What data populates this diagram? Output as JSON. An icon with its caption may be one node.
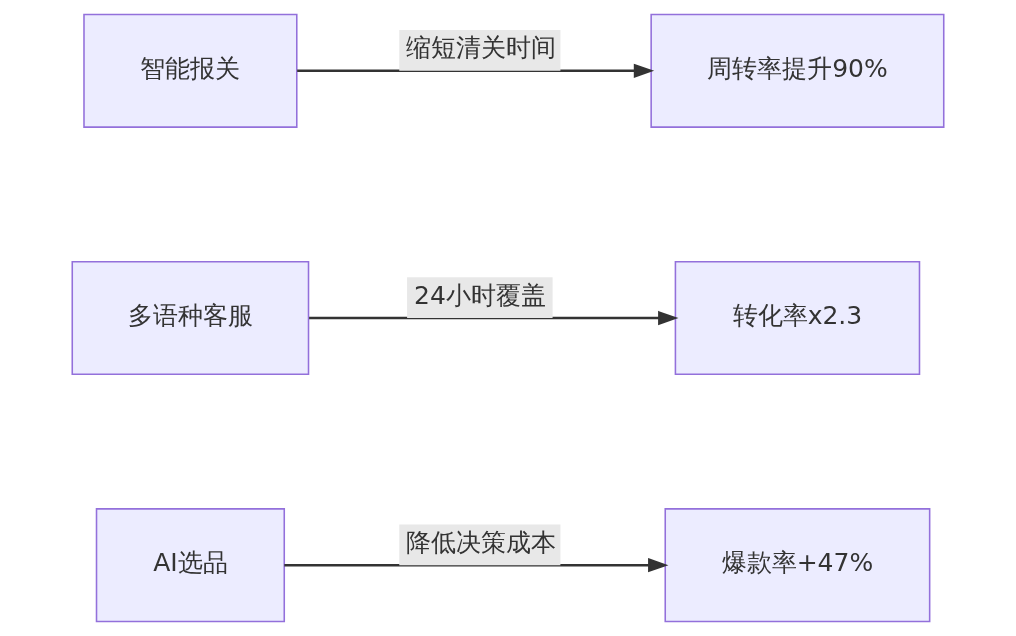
{
  "diagram": {
    "nodes": [
      {
        "text": [
          "AI选品"
        ]
      },
      {
        "text": [
          "爆款率+47%"
        ]
      },
      {
        "text": [
          "多语种客服"
        ]
      },
      {
        "text": [
          "转化率x2.3"
        ]
      },
      {
        "text": [
          "智能报关"
        ]
      },
      {
        "text": [
          "周转率提升90%"
        ]
      }
    ],
    "edges": [
      {
        "from": 0,
        "to": 1,
        "arrow": "to",
        "label": "降低决策成本"
      },
      {
        "from": 2,
        "to": 3,
        "arrow": "to",
        "label": "24小时覆盖"
      },
      {
        "from": 4,
        "to": 5,
        "arrow": "to",
        "label": "缩短清关时间"
      }
    ]
  }
}
